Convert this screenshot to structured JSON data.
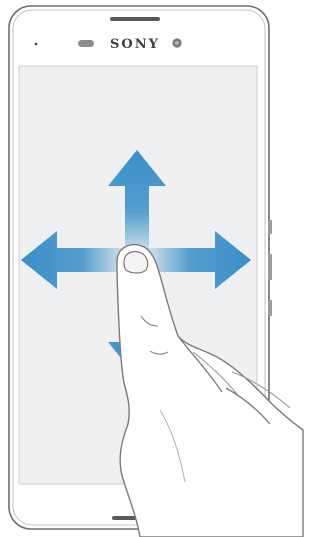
{
  "device": {
    "brand": "SONY"
  },
  "gesture": {
    "name": "swipe",
    "directions": [
      "up",
      "down",
      "left",
      "right"
    ]
  },
  "colors": {
    "arrow": "#3a8fc8",
    "screen": "#eef0f1",
    "frame_stroke": "#6e6e6e",
    "hand_stroke": "#7a7a7a"
  },
  "icons": {
    "arrow_up": "arrow-up-icon",
    "arrow_down": "arrow-down-icon",
    "arrow_left": "arrow-left-icon",
    "arrow_right": "arrow-right-icon",
    "hand": "pointing-hand-icon"
  }
}
